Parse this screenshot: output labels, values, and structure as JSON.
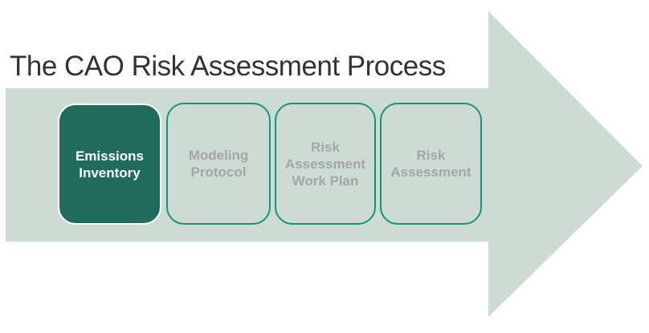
{
  "title": "The CAO Risk Assessment Process",
  "colors": {
    "arrow": "#CDDBD5",
    "active_fill": "#206B5B",
    "outline": "#17937C",
    "inactive_text": "#A5A5A5",
    "active_text": "#FFFFFF",
    "title_text": "#333333",
    "canvas_bg": "#FFFFFF"
  },
  "steps": [
    {
      "label": "Emissions Inventory",
      "state": "active"
    },
    {
      "label": "Modeling Protocol",
      "state": "inactive"
    },
    {
      "label": "Risk Assessment Work Plan",
      "state": "inactive"
    },
    {
      "label": "Risk Assessment",
      "state": "inactive"
    }
  ]
}
